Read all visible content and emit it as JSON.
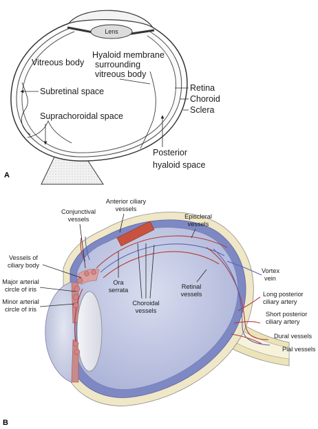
{
  "panel_a": {
    "letter": "A",
    "lens": "Lens",
    "labels": {
      "vitreous_body": "Vitreous body",
      "hyaloid_1": "Hyaloid membrane",
      "hyaloid_2": "surrounding",
      "hyaloid_3": "vitreous body",
      "subretinal": "Subretinal space",
      "suprachoroidal": "Suprachoroidal space",
      "retina": "Retina",
      "choroid": "Choroid",
      "sclera": "Sclera",
      "posterior_1": "Posterior",
      "posterior_2": "hyaloid space"
    }
  },
  "panel_b": {
    "letter": "B",
    "labels": {
      "conj_1": "Conjunctival",
      "conj_2": "vessels",
      "ant_1": "Anterior ciliary",
      "ant_2": "vessels",
      "epi_1": "Episcleral",
      "epi_2": "vessels",
      "ciliary_1": "Vessels of",
      "ciliary_2": "ciliary body",
      "major_1": "Major arterial",
      "major_2": "circle of iris",
      "minor_1": "Minor arterial",
      "minor_2": "circle of iris",
      "ora_1": "Ora",
      "ora_2": "serrata",
      "choroidal_1": "Choroidal",
      "choroidal_2": "vessels",
      "retinal_1": "Retinal",
      "retinal_2": "vessels",
      "vortex_1": "Vortex",
      "vortex_2": "vein",
      "long_1": "Long posterior",
      "long_2": "ciliary artery",
      "short_1": "Short posterior",
      "short_2": "ciliary artery",
      "dural": "Dural vessels",
      "pial": "Pial vessels"
    }
  },
  "colors": {
    "vessel_red": "#b03a3a",
    "vessel_blue": "#5865b4",
    "choroid_blue": "#8e98cc",
    "vitreous": "#c9cfe6",
    "sclera_yellow": "#ede6c4",
    "muscle": "#c9523e"
  }
}
